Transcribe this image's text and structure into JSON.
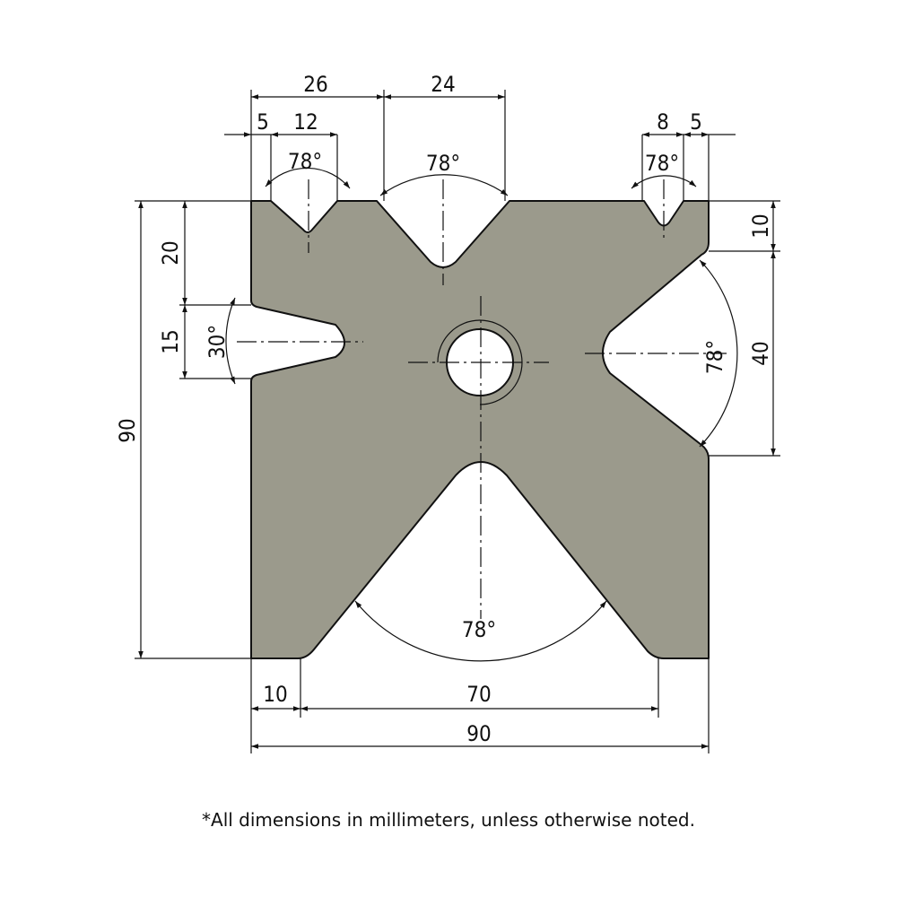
{
  "dimensions": {
    "top_26": "26",
    "top_24": "24",
    "top_left_5": "5",
    "top_left_12": "12",
    "top_right_8": "8",
    "top_right_5": "5",
    "angle_top_left": "78°",
    "angle_top_center": "78°",
    "angle_top_right": "78°",
    "left_20": "20",
    "left_15": "15",
    "left_90": "90",
    "angle_left": "30°",
    "right_10": "10",
    "right_40": "40",
    "angle_right": "78°",
    "angle_bottom": "78°",
    "bottom_10": "10",
    "bottom_70": "70",
    "bottom_90": "90"
  },
  "note": "*All dimensions in millimeters, unless otherwise noted.",
  "colors": {
    "body": "#9b9a8c",
    "lines": "#111111"
  }
}
